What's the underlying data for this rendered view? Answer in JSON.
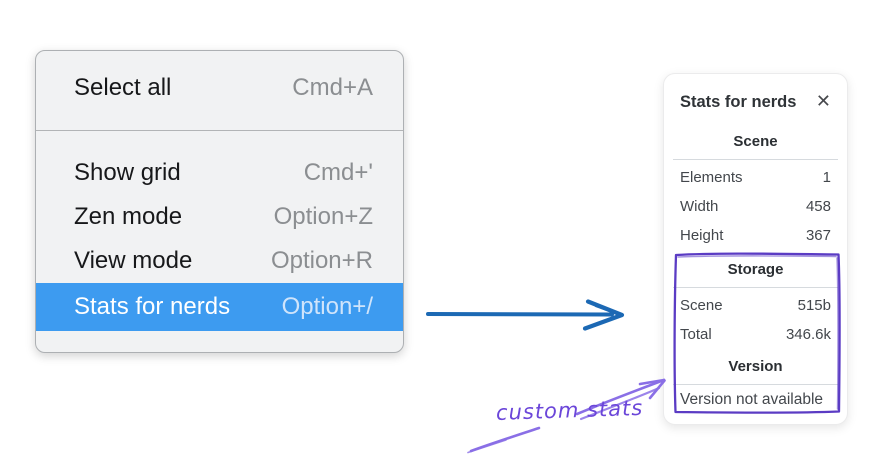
{
  "context_menu": {
    "items": [
      {
        "label": "Select all",
        "shortcut": "Cmd+A",
        "selected": false
      },
      {
        "label": "Show grid",
        "shortcut": "Cmd+'",
        "selected": false
      },
      {
        "label": "Zen mode",
        "shortcut": "Option+Z",
        "selected": false
      },
      {
        "label": "View mode",
        "shortcut": "Option+R",
        "selected": false
      },
      {
        "label": "Stats for nerds",
        "shortcut": "Option+/",
        "selected": true
      }
    ]
  },
  "stats_panel": {
    "title": "Stats for nerds",
    "close_glyph": "✕",
    "sections": [
      {
        "heading": "Scene",
        "rows": [
          {
            "label": "Elements",
            "value": "1"
          },
          {
            "label": "Width",
            "value": "458"
          },
          {
            "label": "Height",
            "value": "367"
          }
        ]
      },
      {
        "heading": "Storage",
        "rows": [
          {
            "label": "Scene",
            "value": "515b"
          },
          {
            "label": "Total",
            "value": "346.6k"
          }
        ]
      },
      {
        "heading": "Version",
        "note": "Version not available"
      }
    ]
  },
  "annotation": {
    "label": "custom stats"
  },
  "colors": {
    "menu_highlight": "#3d9bf0",
    "menu_background": "#f1f2f3",
    "blue_arrow": "#1c69b4",
    "purple_box": "#5b3cc4",
    "purple_arrow": "#8a6fe6",
    "annotation_text": "#6b46d9"
  }
}
